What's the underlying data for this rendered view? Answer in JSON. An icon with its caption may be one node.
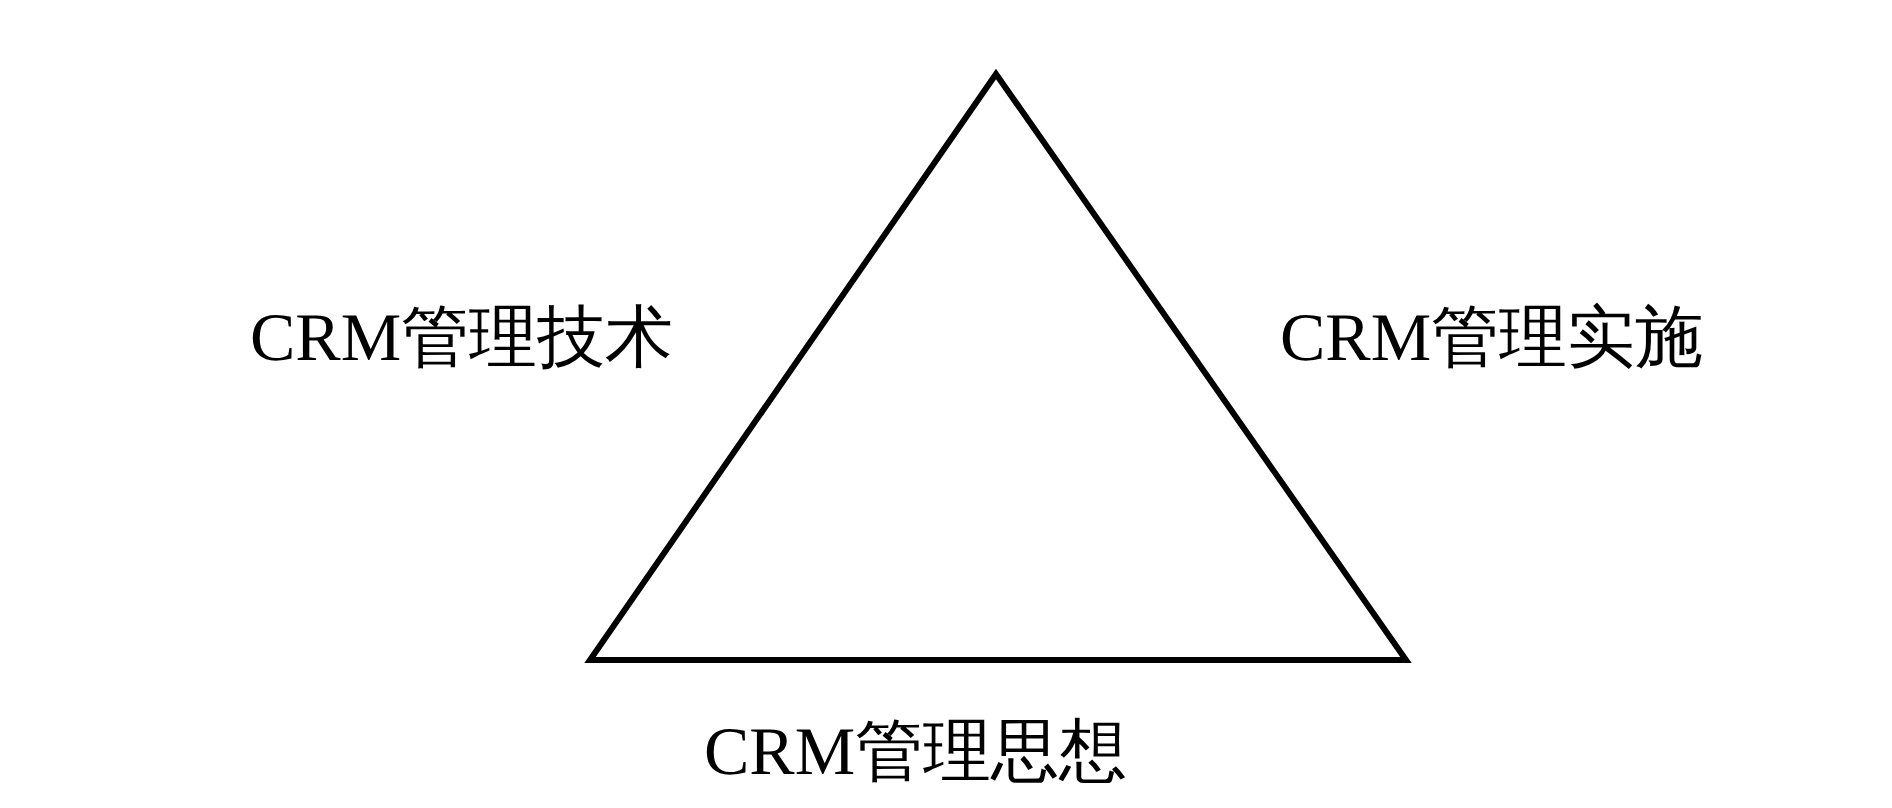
{
  "diagram": {
    "labels": [
      "CRM管理技术",
      "CRM管理实施",
      "CRM管理思想"
    ]
  }
}
